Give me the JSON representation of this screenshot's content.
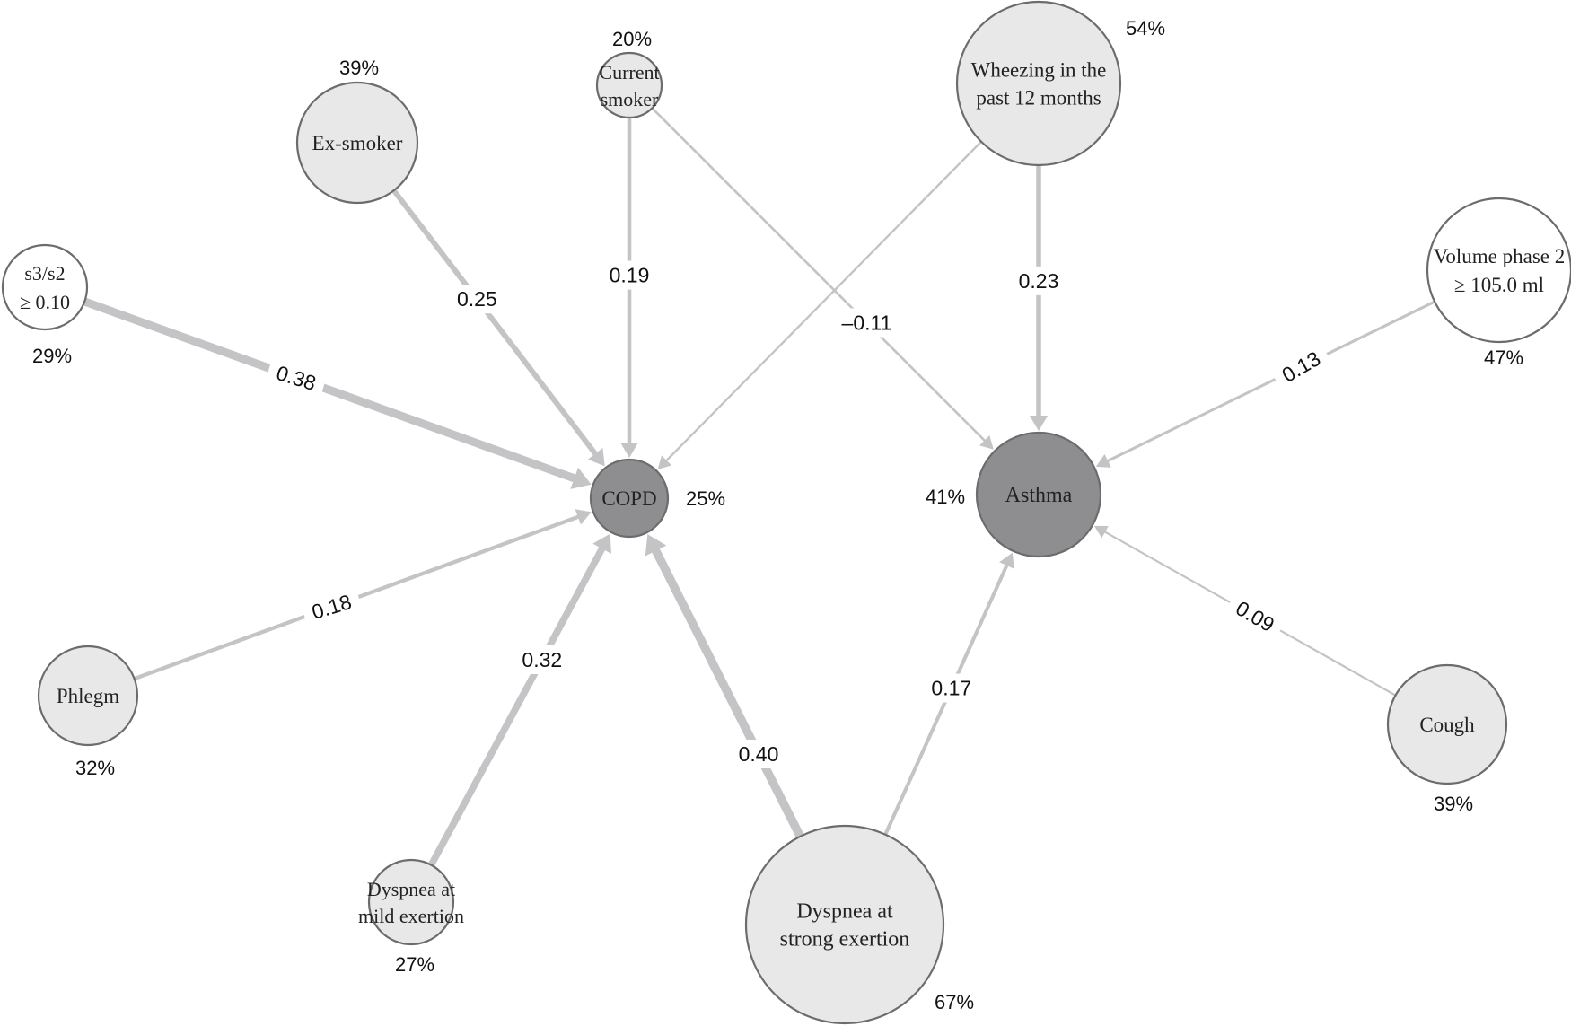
{
  "colors": {
    "edge": "#c4c4c6",
    "node_fill_light": "#e7e8e7",
    "node_fill_white": "#ffffff",
    "node_fill_dark": "#8e8e90",
    "node_stroke": "#6c6c6c"
  },
  "nodes": [
    {
      "id": "copd",
      "lines": [
        "COPD"
      ],
      "percent": "25%",
      "style": "dark"
    },
    {
      "id": "asthma",
      "lines": [
        "Asthma"
      ],
      "percent": "41%",
      "style": "dark"
    },
    {
      "id": "ex-smoker",
      "lines": [
        "Ex-smoker"
      ],
      "percent": "39%",
      "style": "light"
    },
    {
      "id": "current-smoker",
      "lines": [
        "Current",
        "smoker"
      ],
      "percent": "20%",
      "style": "light"
    },
    {
      "id": "wheezing",
      "lines": [
        "Wheezing in the",
        "past 12 months"
      ],
      "percent": "54%",
      "style": "light"
    },
    {
      "id": "s3s2",
      "lines": [
        "s3/s2",
        "≥ 0.10"
      ],
      "percent": "29%",
      "style": "white"
    },
    {
      "id": "volume-phase2",
      "lines": [
        "Volume phase 2",
        "≥ 105.0 ml"
      ],
      "percent": "47%",
      "style": "white"
    },
    {
      "id": "phlegm",
      "lines": [
        "Phlegm"
      ],
      "percent": "32%",
      "style": "light"
    },
    {
      "id": "cough",
      "lines": [
        "Cough"
      ],
      "percent": "39%",
      "style": "light"
    },
    {
      "id": "dyspnea-mild",
      "lines": [
        "Dyspnea at",
        "mild exertion"
      ],
      "percent": "27%",
      "style": "light"
    },
    {
      "id": "dyspnea-strong",
      "lines": [
        "Dyspnea at",
        "strong exertion"
      ],
      "percent": "67%",
      "style": "light"
    }
  ],
  "edges": [
    {
      "from": "s3s2",
      "to": "copd",
      "value": "0.38",
      "weight": 0.38
    },
    {
      "from": "ex-smoker",
      "to": "copd",
      "value": "0.25",
      "weight": 0.25
    },
    {
      "from": "current-smoker",
      "to": "copd",
      "value": "0.19",
      "weight": 0.19
    },
    {
      "from": "wheezing",
      "to": "copd",
      "value": "",
      "weight": 0.1
    },
    {
      "from": "phlegm",
      "to": "copd",
      "value": "0.18",
      "weight": 0.18
    },
    {
      "from": "dyspnea-mild",
      "to": "copd",
      "value": "0.32",
      "weight": 0.32
    },
    {
      "from": "dyspnea-strong",
      "to": "copd",
      "value": "0.40",
      "weight": 0.4
    },
    {
      "from": "current-smoker",
      "to": "asthma",
      "value": "–0.11",
      "weight": 0.11
    },
    {
      "from": "wheezing",
      "to": "asthma",
      "value": "0.23",
      "weight": 0.23
    },
    {
      "from": "volume-phase2",
      "to": "asthma",
      "value": "0.13",
      "weight": 0.13
    },
    {
      "from": "cough",
      "to": "asthma",
      "value": "0.09",
      "weight": 0.09
    },
    {
      "from": "dyspnea-strong",
      "to": "asthma",
      "value": "0.17",
      "weight": 0.17
    }
  ]
}
